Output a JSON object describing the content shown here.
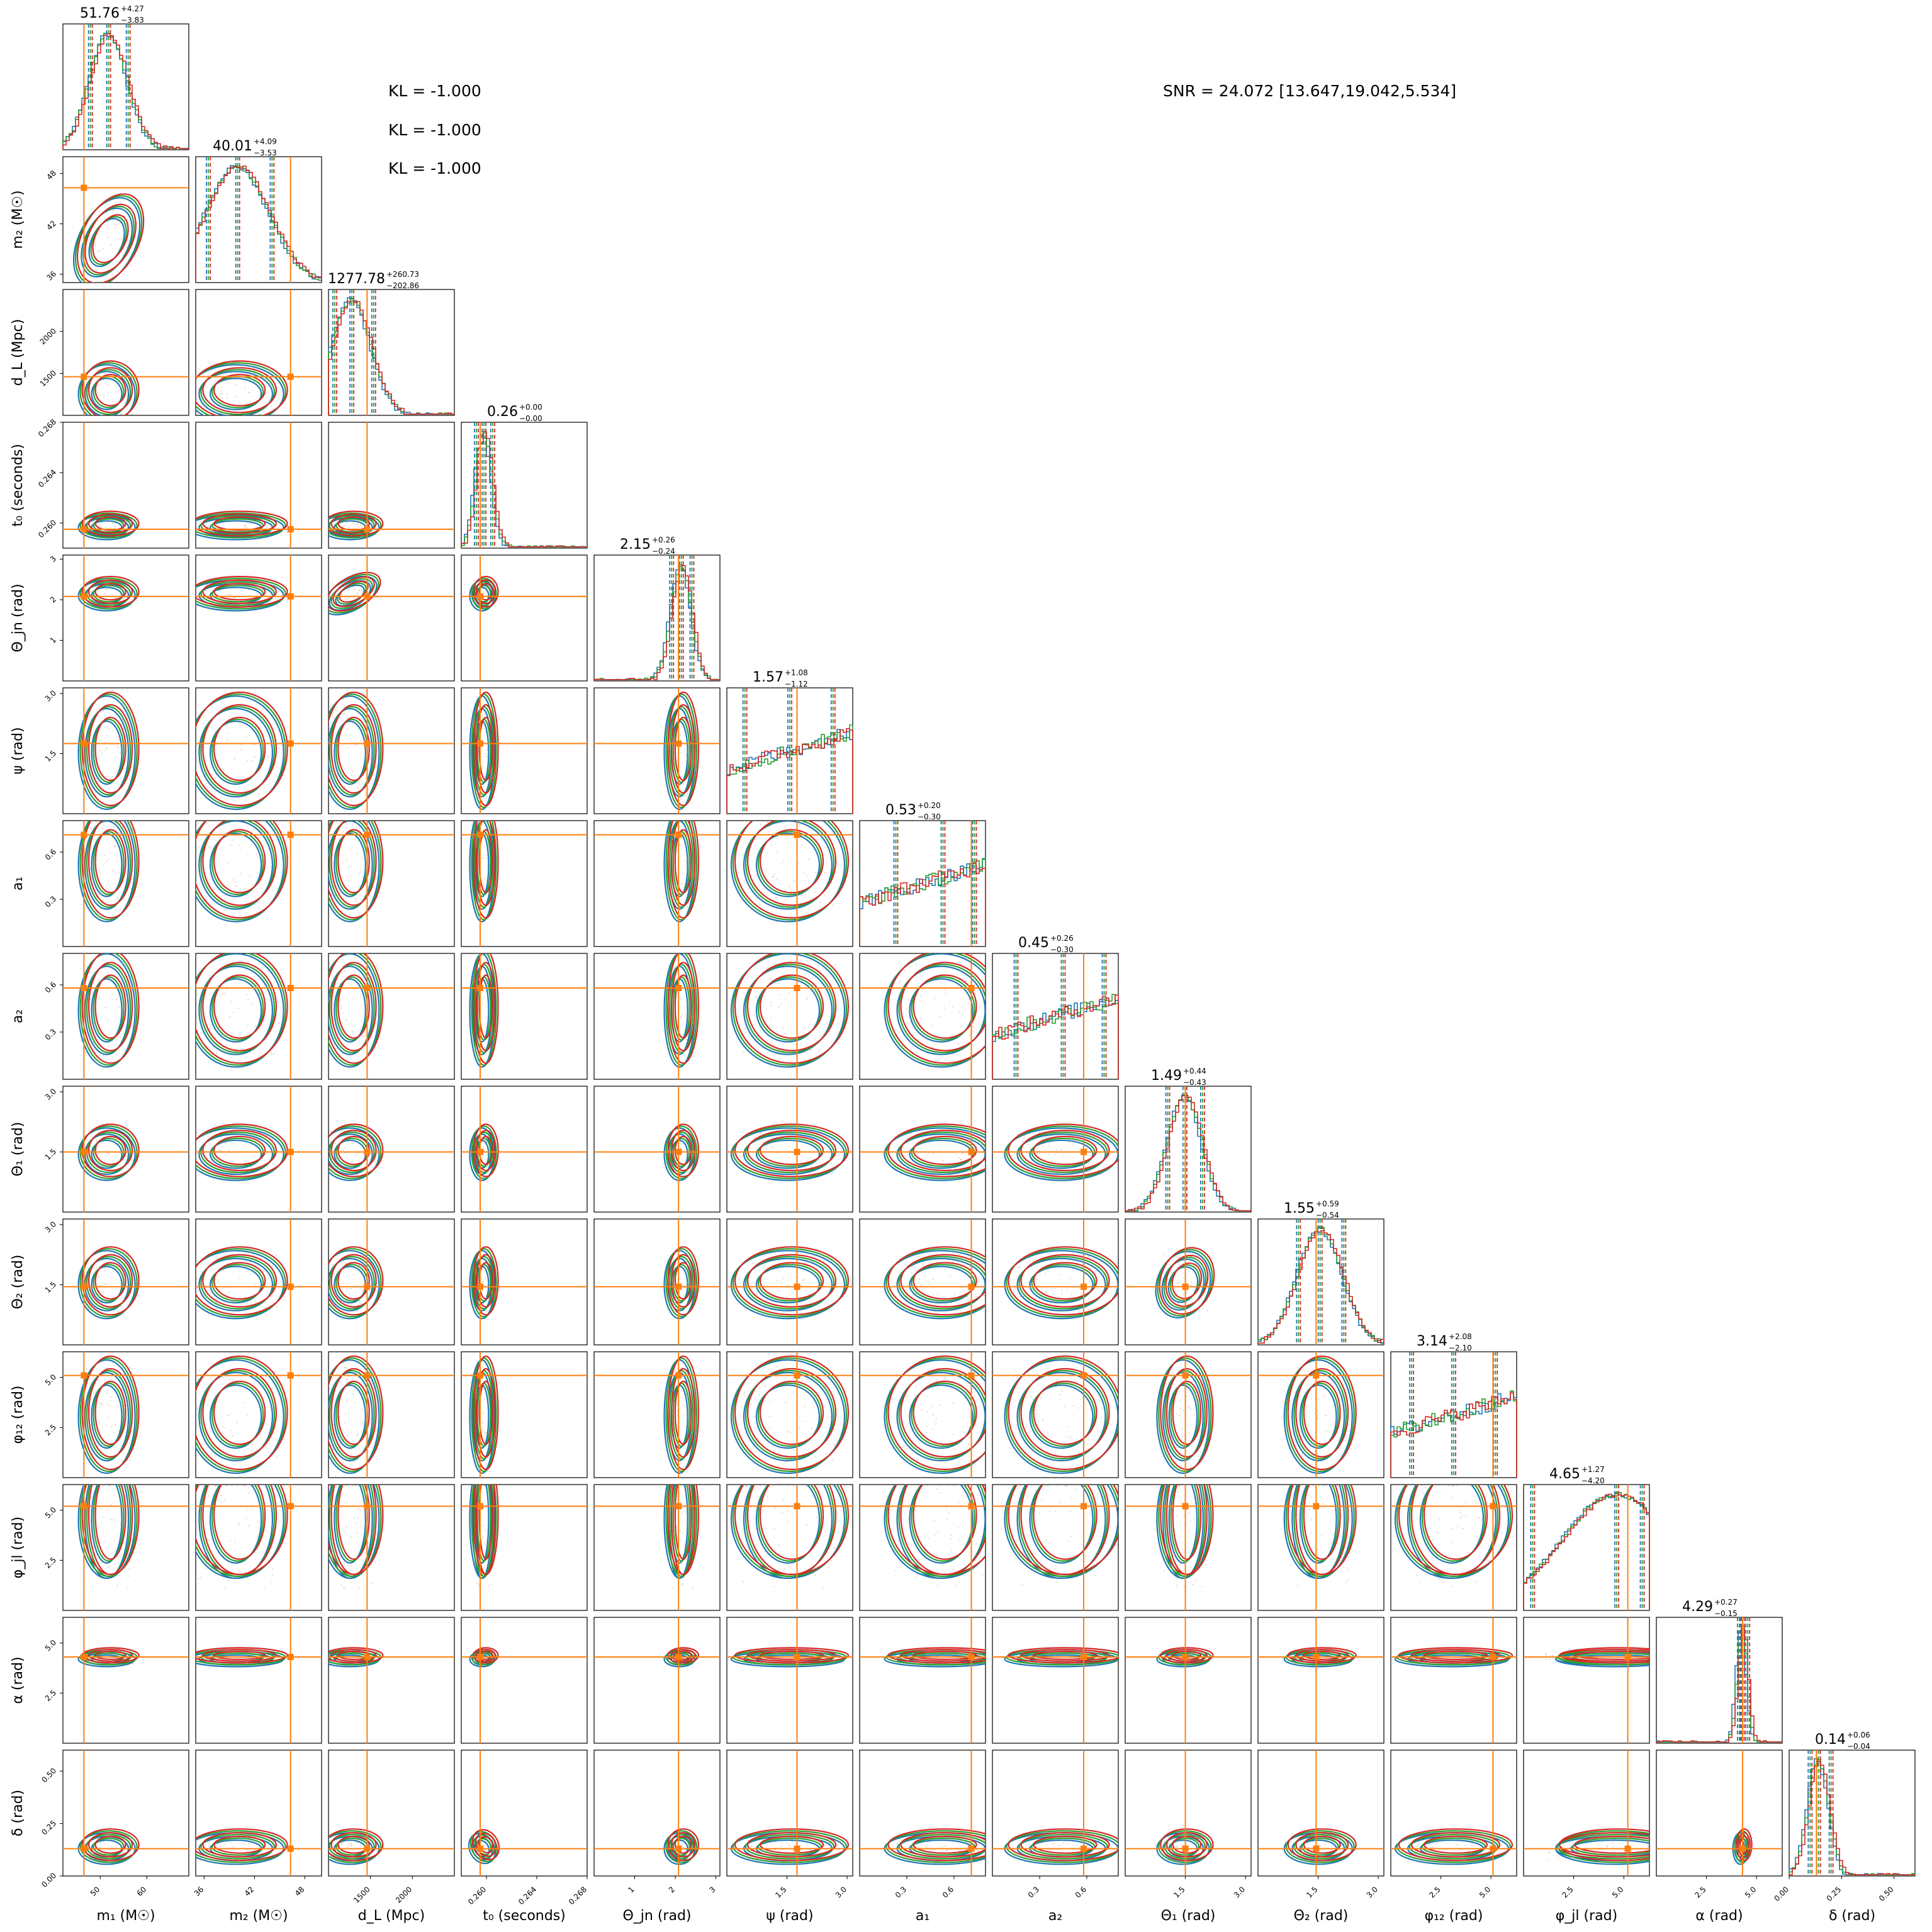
{
  "annotations": {
    "kl": [
      "KL = -1.000",
      "KL = -1.000",
      "KL = -1.000"
    ],
    "snr": "SNR = 24.072 [13.647,19.042,5.534]"
  },
  "colors": {
    "truth": "#ff7f0e",
    "series": [
      "#1f77b4",
      "#2ca02c",
      "#d62728"
    ]
  },
  "chart_data": {
    "type": "corner",
    "parameters": [
      {
        "label": "m₁ (M☉)",
        "title": "51.76",
        "plus": "+4.27",
        "minus": "−3.83",
        "range": [
          42,
          69
        ],
        "ticks": [
          "50",
          "60"
        ],
        "ticks_v": [
          50,
          60
        ],
        "truth": 46.5,
        "q": [
          47.9,
          51.8,
          56.0
        ]
      },
      {
        "label": "m₂ (M☉)",
        "title": "40.01",
        "plus": "+4.09",
        "minus": "−3.53",
        "range": [
          35,
          50
        ],
        "ticks": [
          "36",
          "42",
          "48"
        ],
        "ticks_v": [
          36,
          42,
          48
        ],
        "truth": 46.3,
        "q": [
          36.5,
          40.0,
          44.1
        ]
      },
      {
        "label": "d_L (Mpc)",
        "title": "1277.78",
        "plus": "+260.73",
        "minus": "−202.86",
        "range": [
          1000,
          2500
        ],
        "ticks": [
          "1500",
          "2000"
        ],
        "ticks_v": [
          1500,
          2000
        ],
        "truth": 1460,
        "q": [
          1075,
          1278,
          1538
        ]
      },
      {
        "label": "t₀ (seconds)",
        "title": "0.26",
        "plus": "+0.00",
        "minus": "−0.00",
        "range": [
          0.258,
          0.268
        ],
        "ticks": [
          "0.260",
          "0.264",
          "0.268"
        ],
        "ticks_v": [
          0.26,
          0.264,
          0.268
        ],
        "truth": 0.2595,
        "q": [
          0.2592,
          0.2598,
          0.2605
        ]
      },
      {
        "label": "Θ_jn (rad)",
        "title": "2.15",
        "plus": "+0.26",
        "minus": "−0.24",
        "range": [
          0.0,
          3.1
        ],
        "ticks": [
          "1",
          "2",
          "3"
        ],
        "ticks_v": [
          1,
          2,
          3
        ],
        "truth": 2.08,
        "q": [
          1.91,
          2.15,
          2.41
        ]
      },
      {
        "label": "ψ (rad)",
        "title": "1.57",
        "plus": "+1.08",
        "minus": "−1.12",
        "range": [
          0.0,
          3.14
        ],
        "ticks": [
          "1.5",
          "3.0"
        ],
        "ticks_v": [
          1.5,
          3.0
        ],
        "truth": 1.75,
        "q": [
          0.45,
          1.57,
          2.65
        ]
      },
      {
        "label": "a₁",
        "title": "0.53",
        "plus": "+0.20",
        "minus": "−0.30",
        "range": [
          0.0,
          0.8
        ],
        "ticks": [
          "0.3",
          "0.6"
        ],
        "ticks_v": [
          0.3,
          0.6
        ],
        "truth": 0.71,
        "q": [
          0.23,
          0.53,
          0.73
        ]
      },
      {
        "label": "a₂",
        "title": "0.45",
        "plus": "+0.26",
        "minus": "−0.30",
        "range": [
          0.0,
          0.8
        ],
        "ticks": [
          "0.3",
          "0.6"
        ],
        "ticks_v": [
          0.3,
          0.6
        ],
        "truth": 0.58,
        "q": [
          0.15,
          0.45,
          0.71
        ]
      },
      {
        "label": "Θ₁ (rad)",
        "title": "1.49",
        "plus": "+0.44",
        "minus": "−0.43",
        "range": [
          0.0,
          3.14
        ],
        "ticks": [
          "1.5",
          "3.0"
        ],
        "ticks_v": [
          1.5,
          3.0
        ],
        "truth": 1.5,
        "q": [
          1.06,
          1.49,
          1.93
        ]
      },
      {
        "label": "Θ₂ (rad)",
        "title": "1.55",
        "plus": "+0.59",
        "minus": "−0.54",
        "range": [
          0.0,
          3.14
        ],
        "ticks": [
          "1.5",
          "3.0"
        ],
        "ticks_v": [
          1.5,
          3.0
        ],
        "truth": 1.45,
        "q": [
          1.01,
          1.55,
          2.14
        ]
      },
      {
        "label": "φ₁₂ (rad)",
        "title": "3.14",
        "plus": "+2.08",
        "minus": "−2.10",
        "range": [
          0.0,
          6.28
        ],
        "ticks": [
          "2.5",
          "5.0"
        ],
        "ticks_v": [
          2.5,
          5.0
        ],
        "truth": 5.1,
        "q": [
          1.04,
          3.14,
          5.22
        ]
      },
      {
        "label": "φ_jl (rad)",
        "title": "4.65",
        "plus": "+1.27",
        "minus": "−4.20",
        "range": [
          0.0,
          6.28
        ],
        "ticks": [
          "2.5",
          "5.0"
        ],
        "ticks_v": [
          2.5,
          5.0
        ],
        "truth": 5.2,
        "q": [
          0.45,
          4.65,
          5.92
        ]
      },
      {
        "label": "α (rad)",
        "title": "4.29",
        "plus": "+0.27",
        "minus": "−0.15",
        "range": [
          0.0,
          6.28
        ],
        "ticks": [
          "2.5",
          "5.0"
        ],
        "ticks_v": [
          2.5,
          5.0
        ],
        "truth": 4.3,
        "q": [
          4.14,
          4.29,
          4.56
        ]
      },
      {
        "label": "δ (rad)",
        "title": "0.14",
        "plus": "+0.06",
        "minus": "−0.04",
        "range": [
          0.0,
          0.6
        ],
        "ticks": [
          "0.00",
          "0.25",
          "0.50"
        ],
        "ticks_v": [
          0.0,
          0.25,
          0.5
        ],
        "truth": 0.13,
        "q": [
          0.1,
          0.14,
          0.2
        ]
      }
    ]
  }
}
